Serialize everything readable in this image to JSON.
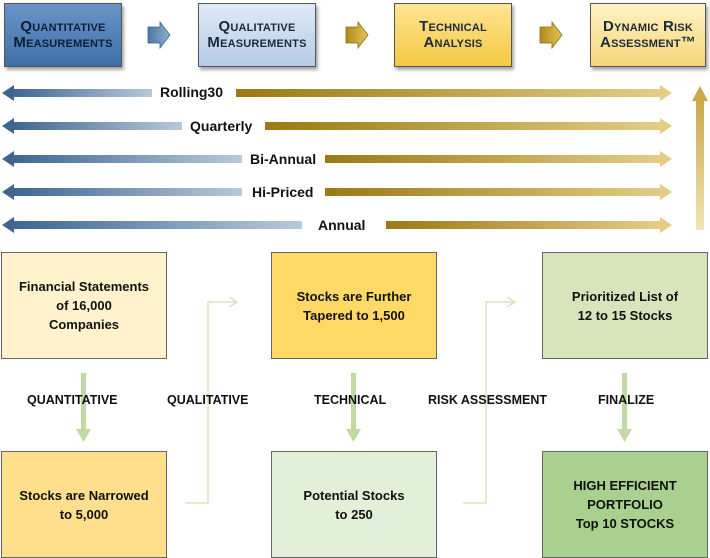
{
  "header": {
    "steps": [
      {
        "line1": "Quantitative",
        "line2": "Measurements"
      },
      {
        "line1": "Qualitative",
        "line2": "Measurements"
      },
      {
        "line1": "Technical",
        "line2": "Analysis"
      },
      {
        "line1": "Dynamic Risk",
        "line2": "Assessment™"
      }
    ]
  },
  "periods": [
    "Rolling30",
    "Quarterly",
    "Bi-Annual",
    "Hi-Priced",
    "Annual"
  ],
  "boxes": {
    "financial_statements": {
      "line1": "Financial Statements",
      "line2": "of 16,000",
      "line3": "Companies"
    },
    "narrowed": {
      "line1": "Stocks are Narrowed",
      "line2": "to 5,000"
    },
    "tapered": {
      "line1": "Stocks are Further",
      "line2": "Tapered to 1,500"
    },
    "potential": {
      "line1": "Potential Stocks",
      "line2": "to 250"
    },
    "prioritized": {
      "line1": "Prioritized List of",
      "line2": "12 to 15 Stocks"
    },
    "portfolio": {
      "line1": "HIGH EFFICIENT",
      "line2": "PORTFOLIO",
      "line3": "Top 10 STOCKS"
    }
  },
  "step_labels": {
    "quantitative": "QUANTITATIVE",
    "qualitative": "QUALITATIVE",
    "technical": "TECHNICAL",
    "risk": "RISK ASSESSMENT",
    "finalize": "FINALIZE"
  },
  "colors": {
    "blue_dark": "#4f81bd",
    "blue_light": "#c5d9f1",
    "gold": "#ffd966",
    "gold_light": "#fff2cc",
    "green_light": "#d8e4bc",
    "green": "#a9d08e",
    "arrow_left": "#5b7fa6",
    "arrow_right": "#a88a22"
  }
}
